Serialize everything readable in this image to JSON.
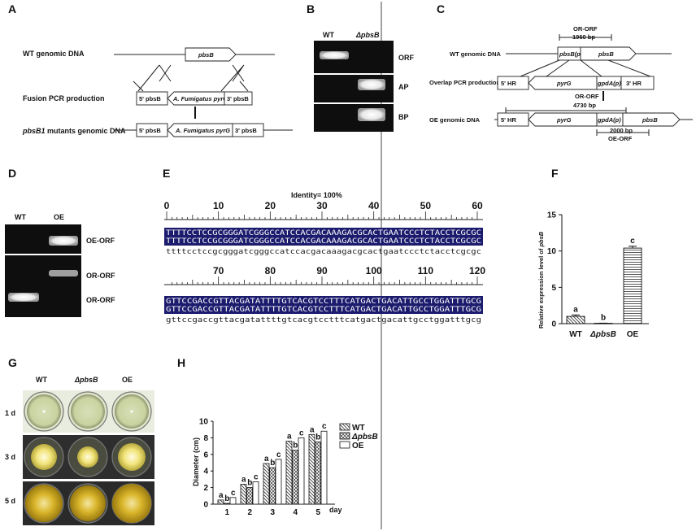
{
  "panels": {
    "A": "A",
    "B": "B",
    "C": "C",
    "D": "D",
    "E": "E",
    "F": "F",
    "G": "G",
    "H": "H"
  },
  "panelA": {
    "row1": "WT genomic DNA",
    "row2": "Fusion PCR production",
    "row3_italic": "pbsB1",
    "row3_rest": " mutants genomic DNA",
    "gene": "pbsB",
    "left_frag": "5' pbsB",
    "cassette": "A. Fumigatus pyrG",
    "right_frag": "3' pbsB"
  },
  "panelB": {
    "wt": "WT",
    "mut": "ΔpbsB",
    "rows": [
      "ORF",
      "AP",
      "BP"
    ]
  },
  "panelC": {
    "row1": "WT genomic DNA",
    "row2": "Overlap PCR production",
    "row3": "OE genomic DNA",
    "or_orf": "OR-ORF",
    "bp1960": "1960 bp",
    "promoter": "pbsB(p)",
    "gene": "pbsB",
    "hr5": "5' HR",
    "pyrg": "pyrG",
    "gpda": "gpdA(p)",
    "hr3": "3' HR",
    "or_orf2": "OR-ORF",
    "bp4730": "4730 bp",
    "bp2000": "2000 bp",
    "oe_orf": "OE-ORF"
  },
  "panelD": {
    "wt": "WT",
    "oe": "OE",
    "label_top": "OE-ORF",
    "label_mid": "OR-ORF",
    "label_bot": "OR-ORF"
  },
  "panelE": {
    "identity": "Identity= 100%",
    "scale1": [
      "0",
      "10",
      "20",
      "30",
      "40",
      "50",
      "60"
    ],
    "scale2": [
      "70",
      "80",
      "90",
      "100",
      "110",
      "120"
    ],
    "line1a": "TTTTCCTCCGCGGGATCGGGCCATCCACGACAAAGACGCACTGAATCCCTCTACCTCGCGC",
    "line1b": "TTTTCCTCCGCGGGATCGGGCCATCCACGACAAAGACGCACTGAATCCCTCTACCTCGCGC",
    "line1c": "ttttcctccgcgggatcgggccatccacgacaaagacgcactgaatccctctacctcgcgc",
    "line2a": "GTTCCGACCGTTACGATATTTTGTCACGTCCTTTCATGACTGACATTGCCTGGATTTGCG",
    "line2b": "GTTCCGACCGTTACGATATTTTGTCACGTCCTTTCATGACTGACATTGCCTGGATTTGCG",
    "line2c": "gttccgaccgttacgatattttgtcacgtcctttcatgactgacattgcctggatttgcg"
  },
  "panelF": {
    "ylabel_pre": "Relative expression level of ",
    "ylabel_it": "pbsB",
    "letters": [
      "a",
      "b",
      "c"
    ]
  },
  "panelG": {
    "cols": [
      "WT",
      "ΔpbsB",
      "OE"
    ],
    "rows": [
      "1 d",
      "3 d",
      "5 d"
    ]
  },
  "panelH": {
    "xunit": "day",
    "letters": [
      [
        "a",
        "b",
        "c"
      ],
      [
        "a",
        "b",
        "c"
      ],
      [
        "a",
        "b",
        "c"
      ],
      [
        "a",
        "b",
        "c"
      ],
      [
        "a",
        "b",
        "c"
      ]
    ]
  },
  "colors": {
    "accent": "#1c1c6e",
    "gel_bg": "#101010",
    "band": "#f4f4f4"
  },
  "chart_data": [
    {
      "type": "bar",
      "panel": "F",
      "categories": [
        "WT",
        "ΔpbsB",
        "OE"
      ],
      "values": [
        1.0,
        0.05,
        10.4
      ],
      "errors": [
        0.2,
        0.02,
        0.25
      ],
      "ylabel": "Relative expression level of pbsB",
      "ylim": [
        0,
        15
      ],
      "yticks": [
        "0",
        "5",
        "10",
        "15"
      ]
    },
    {
      "type": "bar",
      "panel": "H",
      "categories": [
        "1",
        "2",
        "3",
        "4",
        "5"
      ],
      "series": [
        {
          "name": "WT",
          "values": [
            0.5,
            2.4,
            4.9,
            7.6,
            8.4
          ]
        },
        {
          "name": "ΔpbsB",
          "values": [
            0.1,
            2.0,
            4.4,
            6.5,
            7.5
          ]
        },
        {
          "name": "OE",
          "values": [
            0.8,
            2.7,
            5.4,
            8.0,
            8.8
          ]
        }
      ],
      "xlabel": "day",
      "ylabel": "Diameter (cm)",
      "ylim": [
        0,
        10
      ],
      "yticks": [
        "0",
        "2",
        "4",
        "6",
        "8",
        "10"
      ],
      "legend": "top-right"
    }
  ]
}
